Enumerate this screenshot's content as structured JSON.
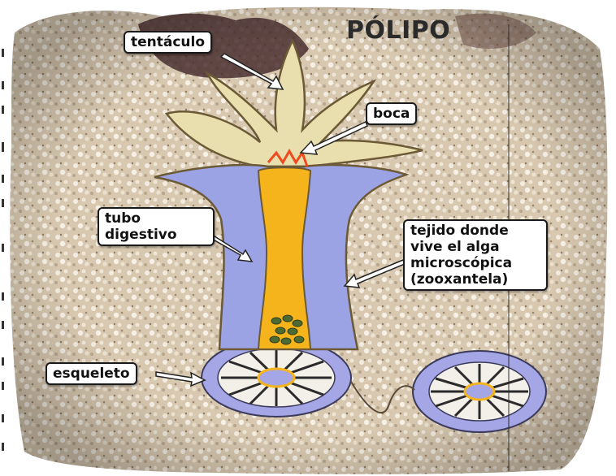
{
  "title": "PÓLIPO",
  "labels": {
    "tentaculo": "tentáculo",
    "boca": "boca",
    "tubo_line1": "tubo",
    "tubo_line2": "digestivo",
    "tejido_line1": "tejido donde",
    "tejido_line2": "vive el alga",
    "tejido_line3": "microscópica",
    "tejido_line4": "(zooxantela)",
    "esqueleto": "esqueleto"
  },
  "colors": {
    "tentacle": "#e9dfae",
    "body_outer": "#9ca3e4",
    "digestive": "#f6b41c",
    "mouth": "#ef4b1e",
    "outline": "#6b5a35",
    "algae": "#4e6a33",
    "skeleton": "#a4a6e6",
    "coral": "#d9c9b3"
  }
}
